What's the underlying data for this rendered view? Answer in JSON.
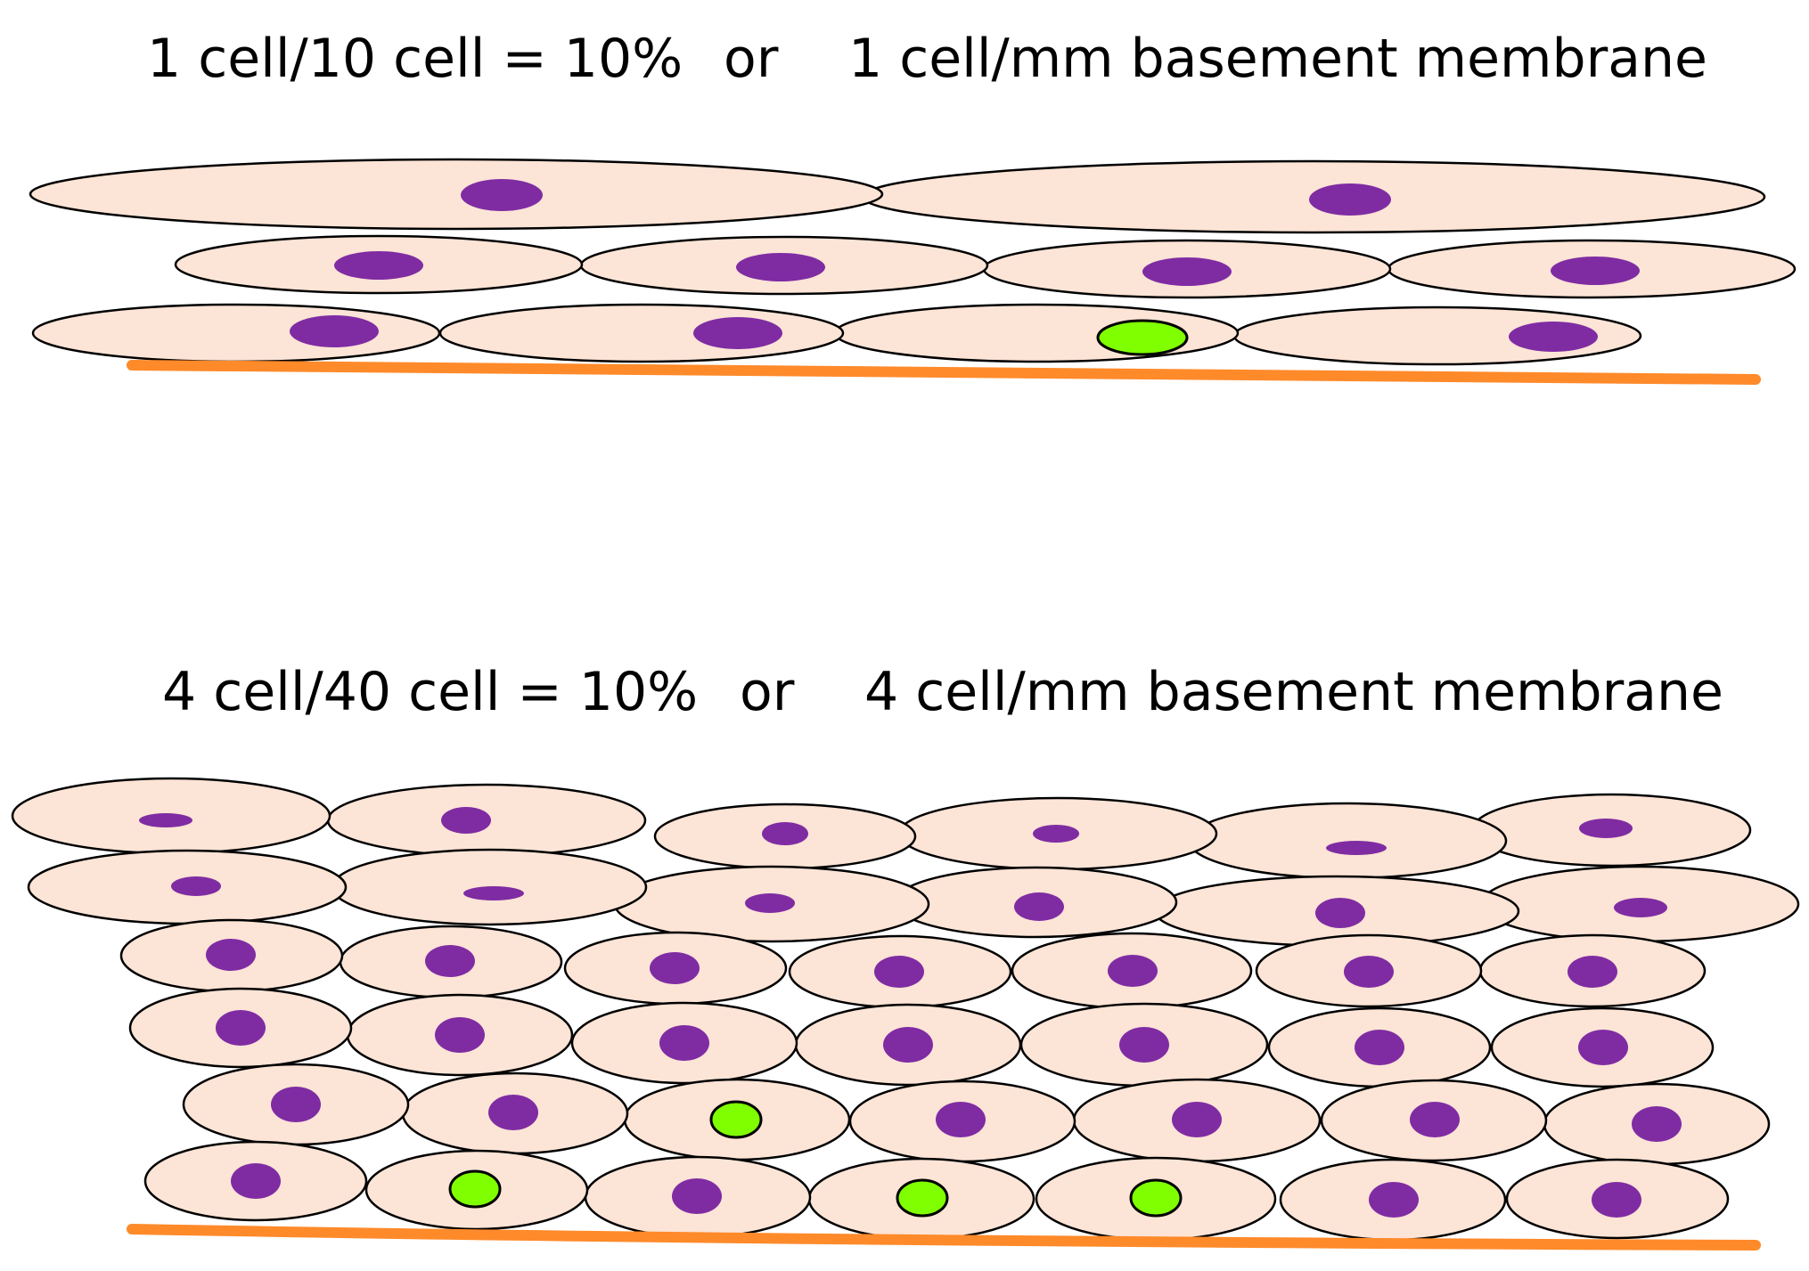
{
  "panels": [
    {
      "caption_left": "1 cell/10 cell = 10%",
      "caption_or": "or",
      "caption_right": "1 cell/mm basement membrane",
      "total_cells": 10,
      "positive_cells": 1
    },
    {
      "caption_left": "4 cell/40 cell = 10%",
      "caption_or": "or",
      "caption_right": "4 cell/mm basement membrane",
      "total_cells": 40,
      "positive_cells": 4
    }
  ],
  "colors": {
    "cell_fill": "#FCE4D6",
    "cell_outline": "#000000",
    "nucleus_negative": "#7F2CA3",
    "nucleus_positive": "#80FF00",
    "basement_membrane": "#FF8A2A",
    "background": "#FFFFFF"
  }
}
